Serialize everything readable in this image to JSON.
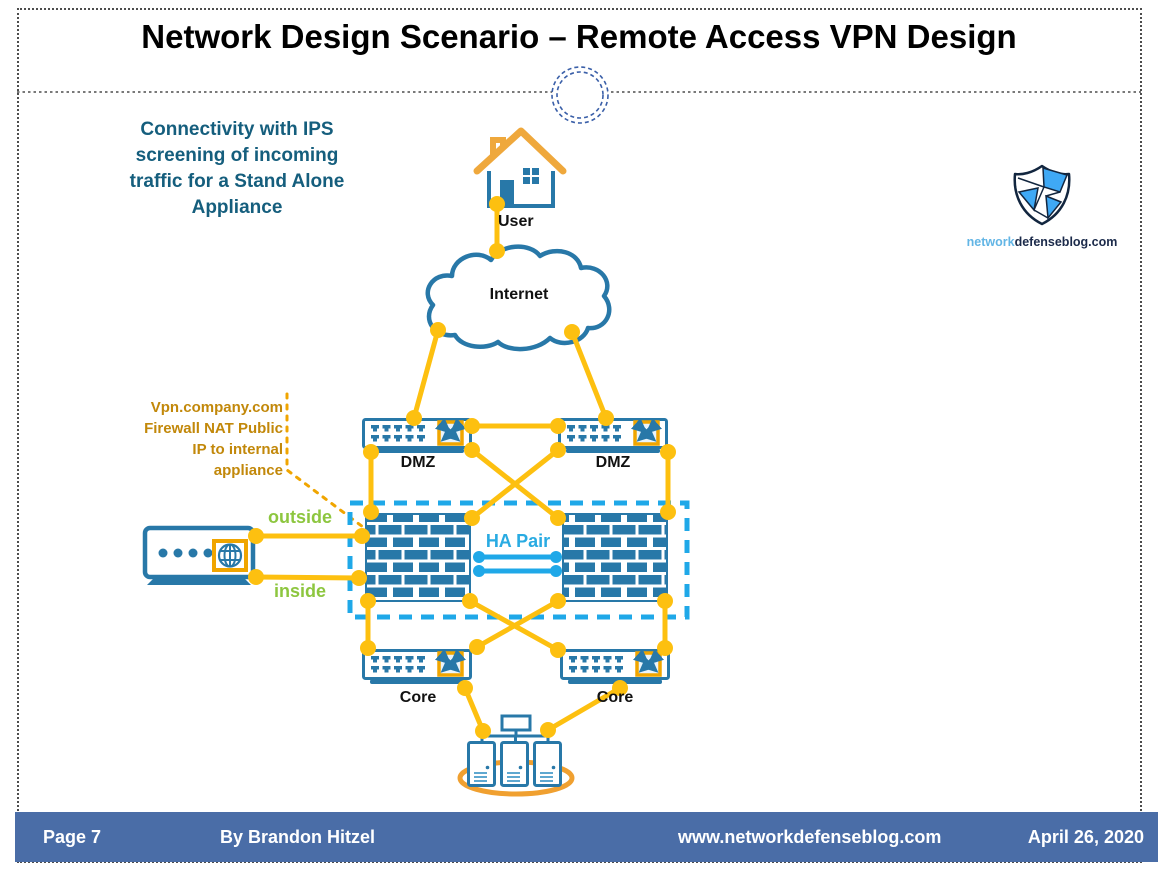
{
  "page": {
    "title": "Network Design Scenario – Remote Access VPN Design",
    "description_lines": [
      "Connectivity with IPS",
      "screening of incoming",
      "traffic for a Stand Alone",
      "Appliance"
    ]
  },
  "diagram": {
    "user_label": "User",
    "internet_label": "Internet",
    "dmz_left_label": "DMZ",
    "dmz_right_label": "DMZ",
    "ha_pair_label": "HA Pair",
    "outside_label": "outside",
    "inside_label": "inside",
    "core_left_label": "Core",
    "core_right_label": "Core",
    "callout_lines": [
      "Vpn.company.com",
      "Firewall NAT Public",
      "IP to internal",
      "appliance"
    ]
  },
  "logo": {
    "name_prefix": "network",
    "name_suffix": "defenseblog.com"
  },
  "footer": {
    "page_number": "Page 7",
    "author": "By Brandon Hitzel",
    "website": "www.networkdefenseblog.com",
    "date": "April 26, 2020"
  },
  "colors": {
    "device_blue": "#2878A8",
    "link_yellow": "#FDC010",
    "ha_cyan": "#1FA8E8",
    "accent_green": "#8DC63F",
    "callout_orange": "#C2880A",
    "heading_teal": "#155E7D",
    "footer_blue": "#4A6DA7",
    "roof_orange": "#EFA83C"
  }
}
